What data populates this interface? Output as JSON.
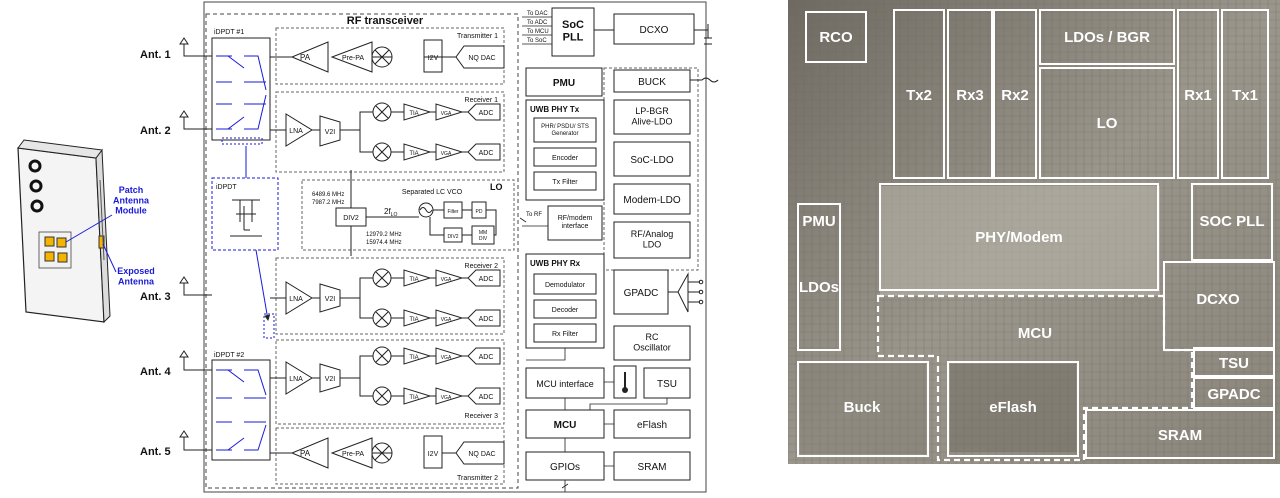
{
  "phone": {
    "patch_label": "Patch\nAntenna\nModule",
    "exposed_label": "Exposed\nAntenna"
  },
  "antennas": [
    "Ant. 1",
    "Ant. 2",
    "Ant. 3",
    "Ant. 4",
    "Ant. 5"
  ],
  "rf": {
    "title": "RF transceiver",
    "idpdt1": "iDPDT #1",
    "idpdt": "iDPDT",
    "idpdt2": "iDPDT #2",
    "tx1": "Transmitter 1",
    "tx2": "Transmitter 2",
    "rx1": "Receiver 1",
    "rx2": "Receiver 2",
    "rx3": "Receiver 3",
    "pa": "PA",
    "prepa": "Pre-PA",
    "i2v": "I2V",
    "nqdac": "NQ DAC",
    "lna": "LNA",
    "v2i": "V2I",
    "tia": "TIA",
    "vga": "VGA",
    "adc": "ADC",
    "lo": "LO",
    "vco": "Separated LC VCO",
    "freq_a1": "6489.6 MHz",
    "freq_a2": "7987.2 MHz",
    "freq_b1": "12979.2 MHz",
    "freq_b2": "15974.4 MHz",
    "div2": "DIV2",
    "flo": "2f",
    "flo_sub": "LO",
    "filter": "Filter",
    "pd": "PD",
    "mmdiv": "MM\nDIV"
  },
  "soc": {
    "to_dac": "To DAC",
    "to_adc": "To ADC",
    "to_mcu": "To MCU",
    "to_soc": "To SoC",
    "soc_pll": "SoC\nPLL",
    "dcxo": "DCXO",
    "pmu": "PMU",
    "buck": "BUCK",
    "lpbgr": "LP-BGR\nAlive-LDO",
    "socldo": "SoC-LDO",
    "modemldo": "Modem-LDO",
    "rfanalog": "RF/Analog\nLDO",
    "phy_tx": "UWB PHY Tx",
    "phr": "PHR/ PSDU/ STS\nGenerator",
    "encoder": "Encoder",
    "txfilter": "Tx Filter",
    "to_rf": "To RF",
    "rfmodem": "RF/modem\ninterface",
    "phy_rx": "UWB PHY Rx",
    "demod": "Demodulator",
    "decoder": "Decoder",
    "rxfilter": "Rx Filter",
    "gpadc": "GPADC",
    "rcosc": "RC\nOscillator",
    "mcu_if": "MCU interface",
    "tsu": "TSU",
    "mcu": "MCU",
    "eflash": "eFlash",
    "gpios": "GPIOs",
    "sram": "SRAM"
  },
  "die": [
    "RCO",
    "Tx2",
    "Rx3",
    "Rx2",
    "LDOs / BGR",
    "LO",
    "Rx1",
    "Tx1",
    "PMU",
    "LDOs",
    "PHY/Modem",
    "SOC PLL",
    "DCXO",
    "MCU",
    "TSU",
    "GPADC",
    "Buck",
    "eFlash",
    "SRAM"
  ],
  "colors": {
    "blue_label": "#1a1ad8",
    "die_bg": "#8e8a80",
    "die_box": "#ffffff"
  }
}
